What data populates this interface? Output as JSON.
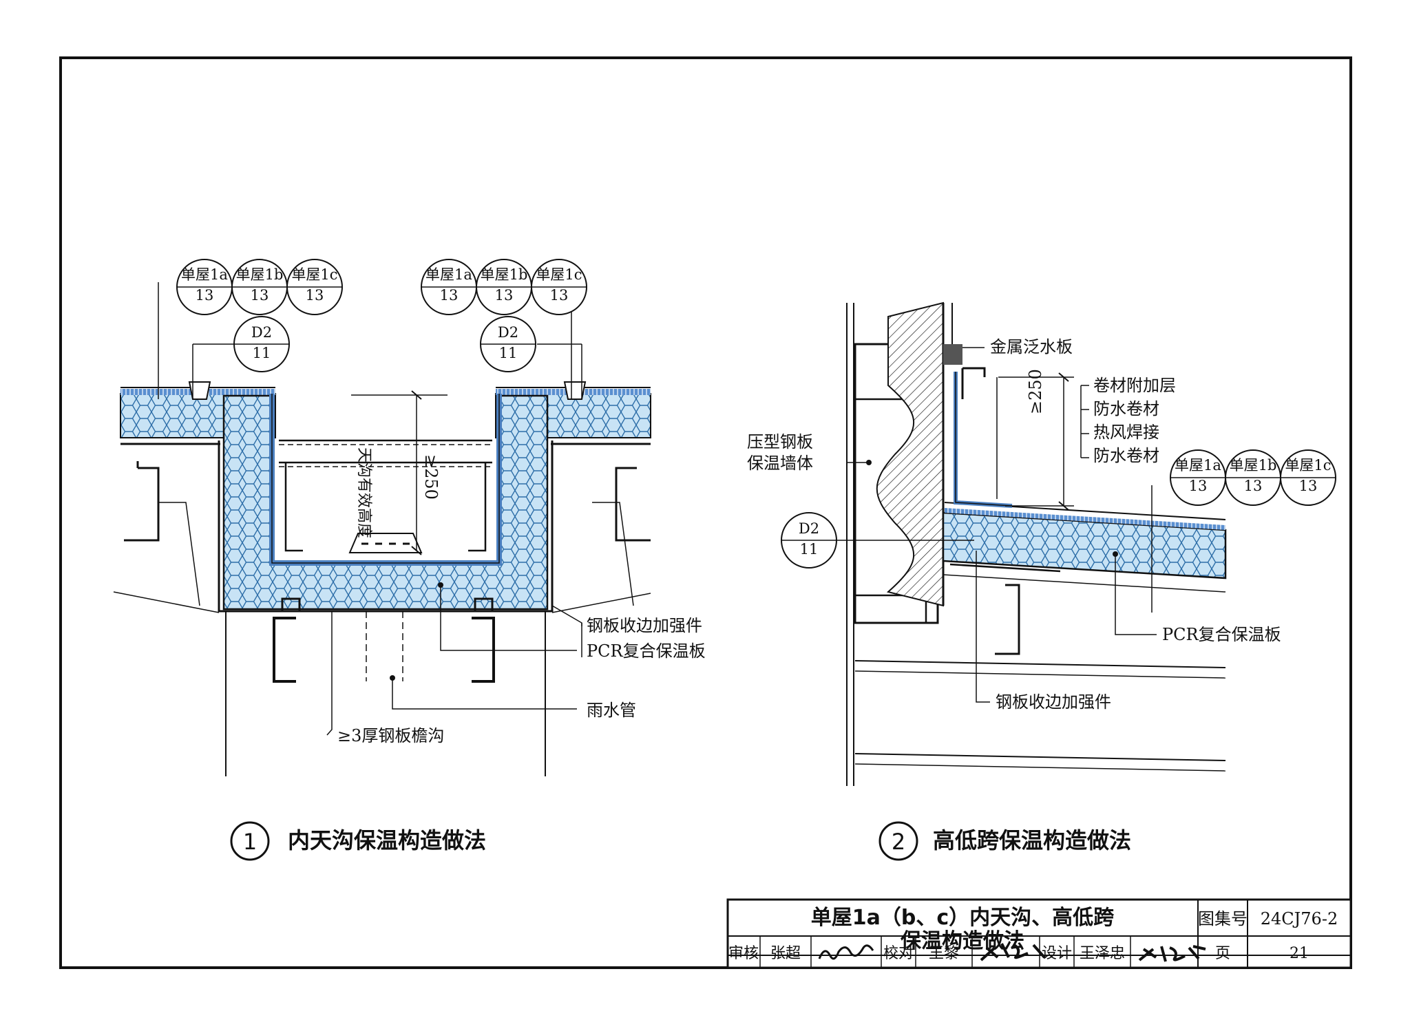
{
  "detail1": {
    "refs_left": [
      {
        "top": "单屋1a",
        "bottom": "13"
      },
      {
        "top": "单屋1b",
        "bottom": "13"
      },
      {
        "top": "单屋1c",
        "bottom": "13"
      }
    ],
    "refs_right": [
      {
        "top": "单屋1a",
        "bottom": "13"
      },
      {
        "top": "单屋1b",
        "bottom": "13"
      },
      {
        "top": "单屋1c",
        "bottom": "13"
      }
    ],
    "d2_left": {
      "top": "D2",
      "bottom": "11"
    },
    "d2_right": {
      "top": "D2",
      "bottom": "11"
    },
    "dim_text": "≥250",
    "gutter_depth_text": "天沟有效高度",
    "labels": {
      "edge_stiffener": "钢板收边加强件",
      "pcr_board": "PCR复合保温板",
      "downpipe": "雨水管",
      "steel_gutter": "≥3厚钢板檐沟"
    },
    "number": "1",
    "title": "内天沟保温构造做法"
  },
  "detail2": {
    "labels": {
      "metal_flashing": "金属泛水板",
      "membrane_layers": [
        "卷材附加层",
        "防水卷材",
        "热风焊接",
        "防水卷材"
      ],
      "wall_line1": "压型钢板",
      "wall_line2": "保温墙体",
      "pcr_board": "PCR复合保温板",
      "edge_stiffener": "钢板收边加强件"
    },
    "dim_text": "≥250",
    "refs": [
      {
        "top": "单屋1a",
        "bottom": "13"
      },
      {
        "top": "单屋1b",
        "bottom": "13"
      },
      {
        "top": "单屋1c",
        "bottom": "13"
      }
    ],
    "d2": {
      "top": "D2",
      "bottom": "11"
    },
    "number": "2",
    "title": "高低跨保温构造做法"
  },
  "title_block": {
    "title_line1": "单屋1a（b、c）内天沟、高低跨",
    "title_line2": "保温构造做法",
    "atlas_label": "图集号",
    "atlas_no": "24CJ76-2",
    "review_label": "审核",
    "reviewer": "张超",
    "check_label": "校对",
    "checker": "王黎",
    "design_label": "设计",
    "designer": "王泽忠",
    "page_label": "页",
    "page_no": "21"
  },
  "colors": {
    "insulation_fill": "#c8e3f5",
    "insulation_hex": "#2d6ea8",
    "membrane": "#4a7fc0",
    "line": "#111111"
  }
}
